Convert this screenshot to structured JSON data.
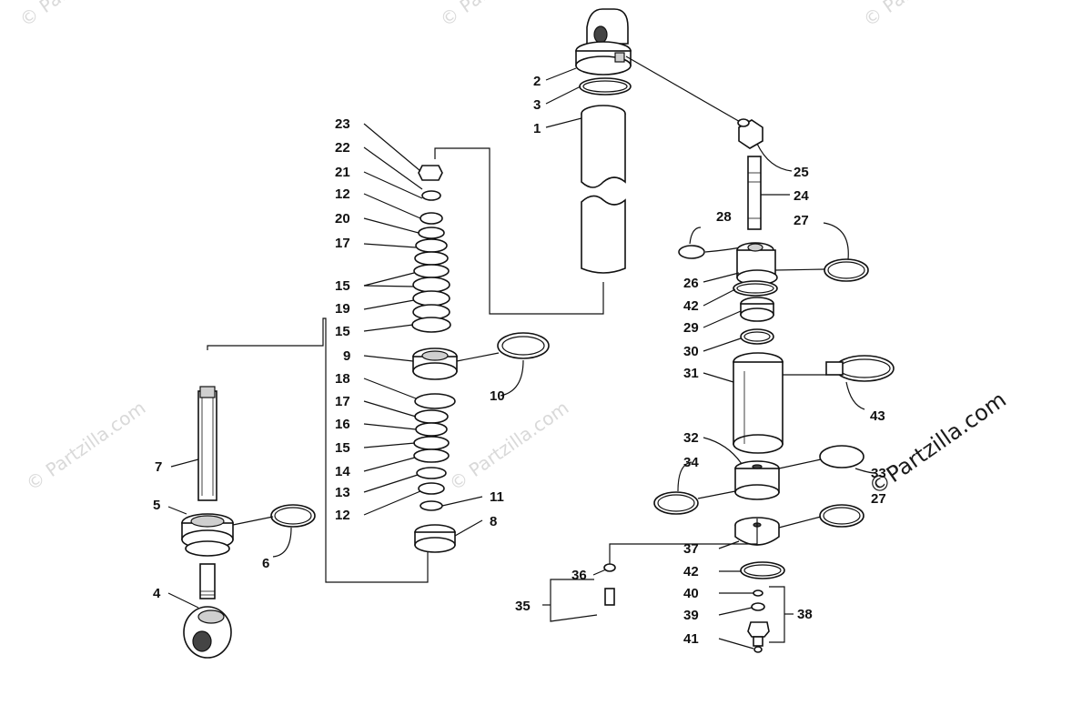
{
  "watermarks": {
    "small": "© Partzilla.com",
    "big": "©Partzilla.com"
  },
  "callouts": {
    "c1": "1",
    "c2": "2",
    "c3": "3",
    "c4": "4",
    "c5": "5",
    "c6": "6",
    "c7": "7",
    "c8": "8",
    "c9": "9",
    "c10": "10",
    "c11": "11",
    "c12a": "12",
    "c12b": "12",
    "c13": "13",
    "c14": "14",
    "c15a": "15",
    "c15b": "15",
    "c15c": "15",
    "c16": "16",
    "c17a": "17",
    "c17b": "17",
    "c18": "18",
    "c19": "19",
    "c20": "20",
    "c21": "21",
    "c22": "22",
    "c23": "23",
    "c24": "24",
    "c25": "25",
    "c26": "26",
    "c27a": "27",
    "c27b": "27",
    "c28": "28",
    "c29": "29",
    "c30": "30",
    "c31": "31",
    "c32": "32",
    "c33": "33",
    "c34": "34",
    "c35": "35",
    "c36": "36",
    "c37": "37",
    "c38": "38",
    "c39": "39",
    "c40": "40",
    "c41": "41",
    "c42a": "42",
    "c42b": "42",
    "c43": "43"
  }
}
